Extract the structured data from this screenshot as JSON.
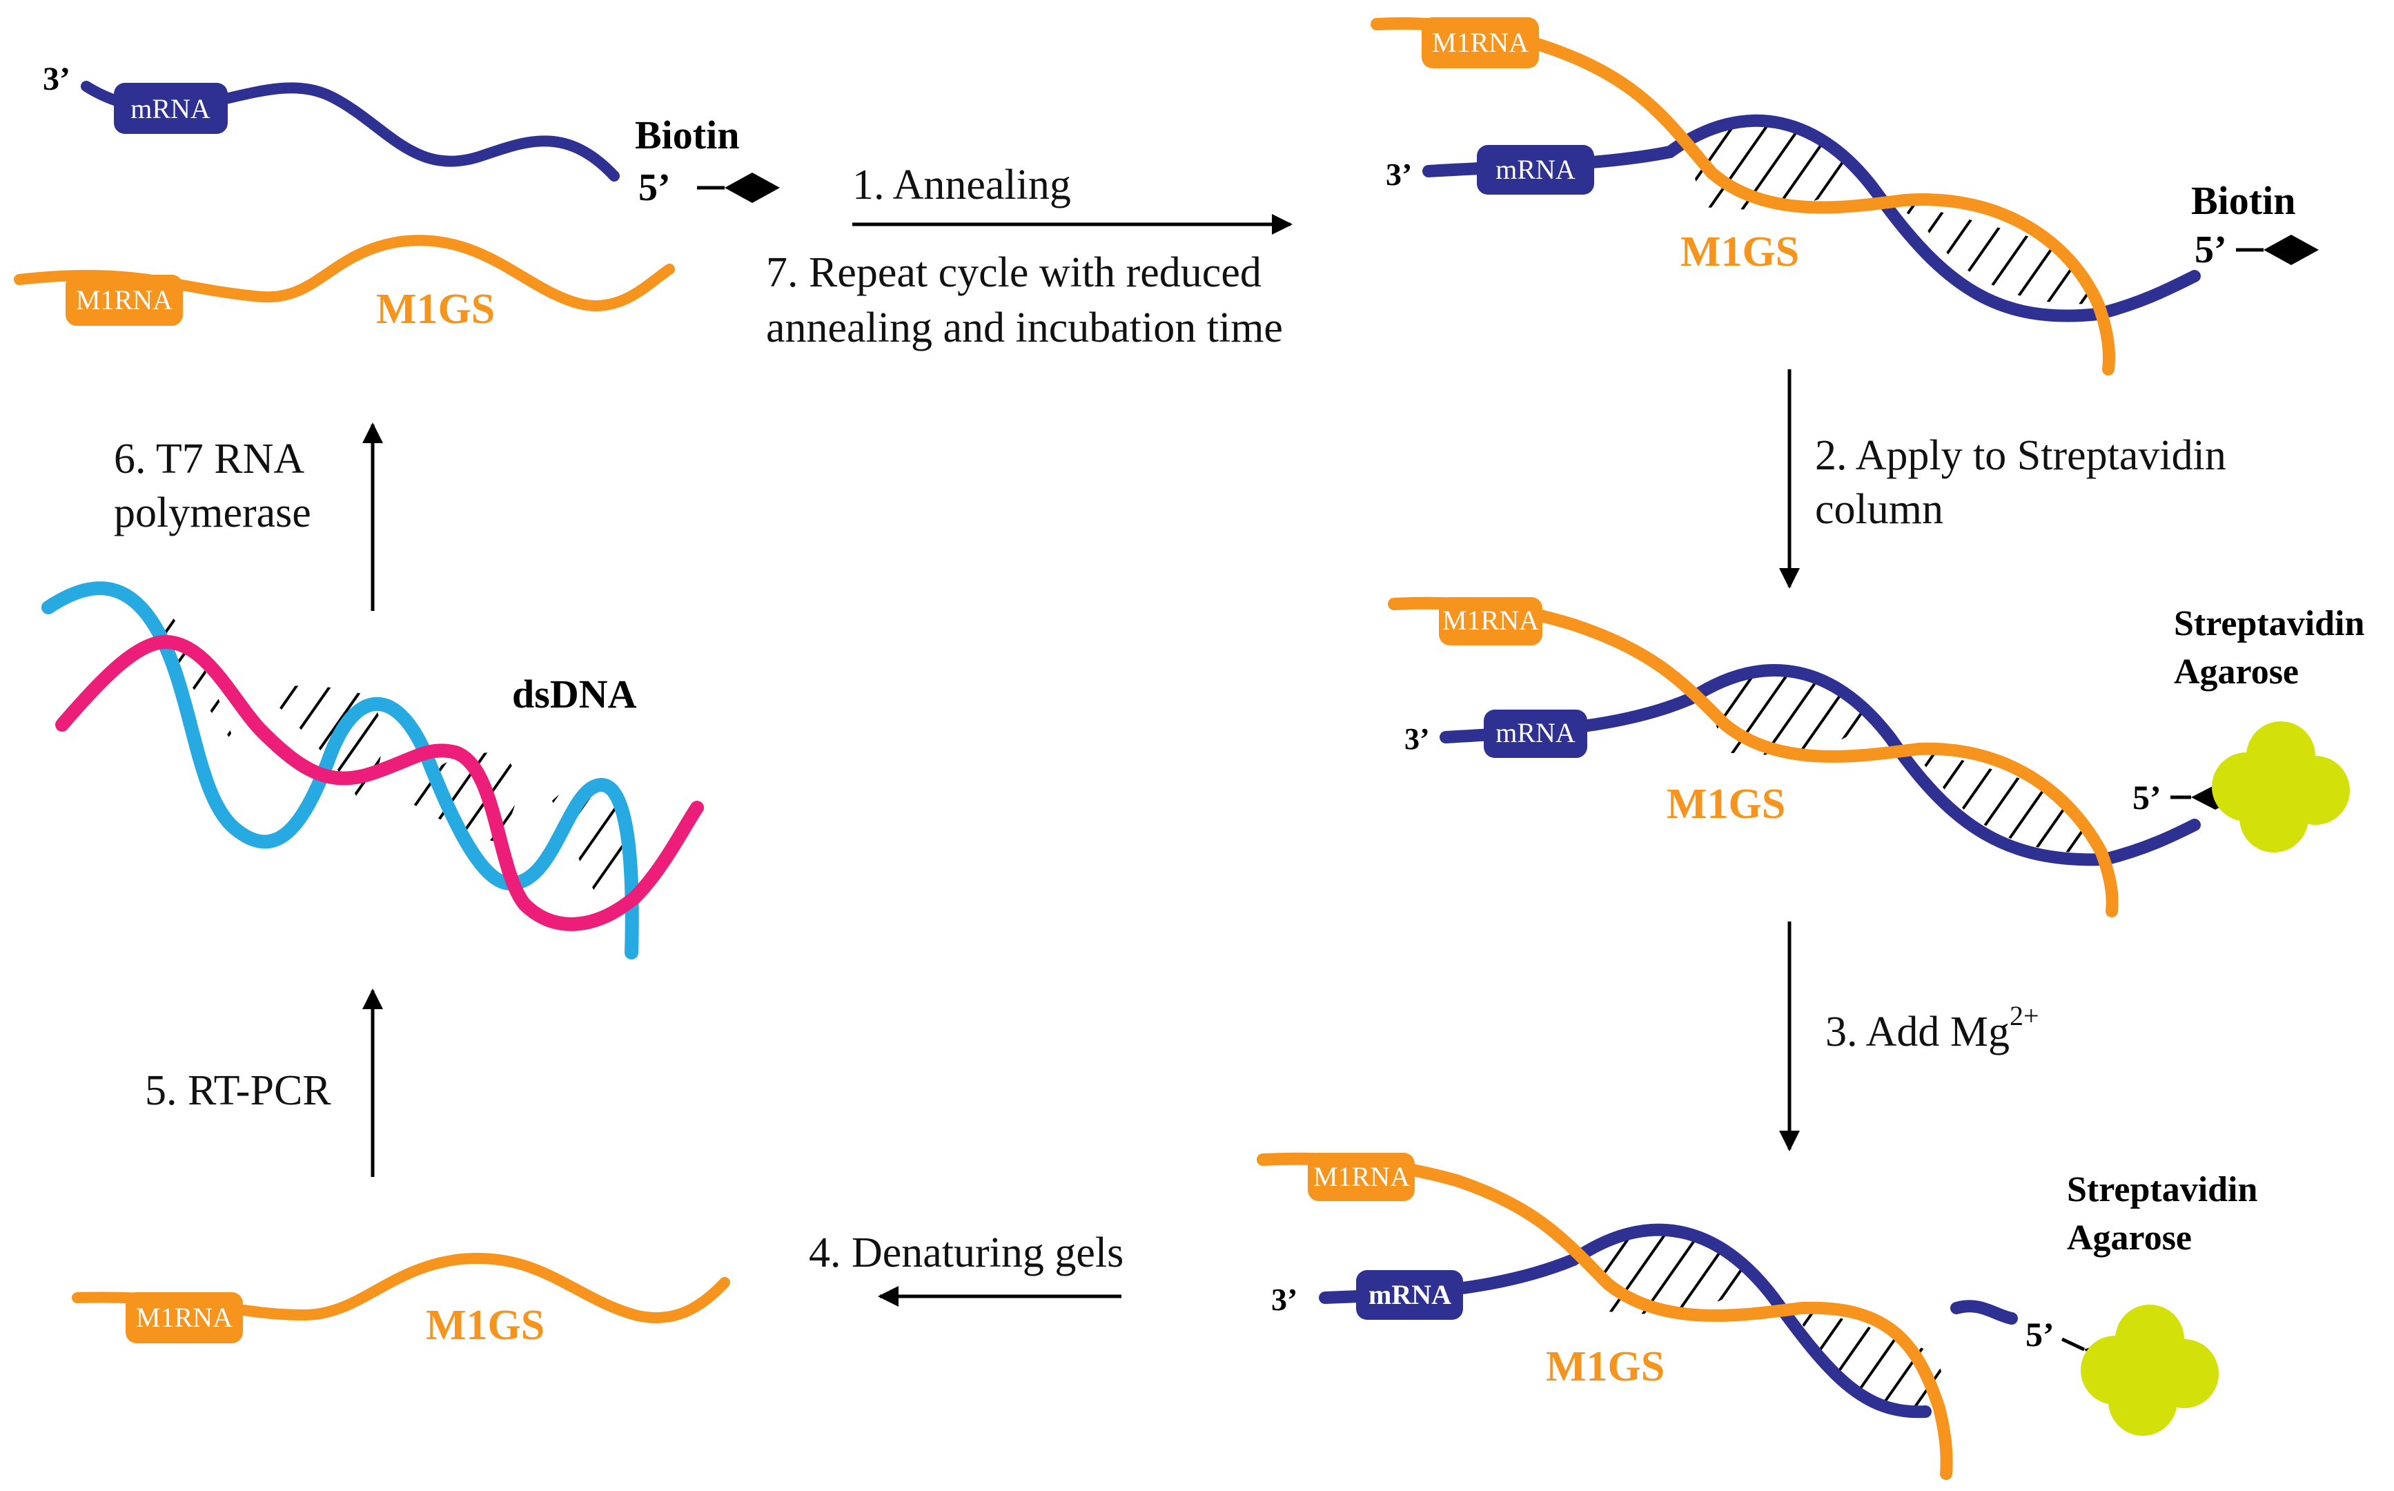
{
  "colors": {
    "mrna": "#2e3192",
    "m1gs": "#f7941d",
    "dna_strand_a": "#27aae1",
    "dna_strand_b": "#ec1e79",
    "agarose": "#d4e009",
    "text": "#111111",
    "hatch": "#000000"
  },
  "labels": {
    "three_prime": "3’",
    "five_prime": "5’",
    "biotin": "Biotin",
    "mrna_tag": "mRNA",
    "m1rna_tag": "M1RNA",
    "m1gs": "M1GS",
    "dsdna": "dsDNA",
    "streptavidin": "Streptavidin",
    "agarose": "Agarose"
  },
  "steps": {
    "s1": "1.  Annealing",
    "s7_line1": "7. Repeat cycle with reduced",
    "s7_line2": "annealing and incubation time",
    "s2_line1": "2. Apply to Streptavidin",
    "s2_line2": "column",
    "s3_text": "3. Add Mg",
    "s3_sup": "2+",
    "s4": "4. Denaturing gels",
    "s5": "5. RT-PCR",
    "s6_line1": "6. T7 RNA",
    "s6_line2": "polymerase"
  },
  "icons": {
    "biotin": "diamond-icon",
    "streptavidin_agarose": "bead-cluster-icon",
    "arrow": "arrow-icon"
  }
}
